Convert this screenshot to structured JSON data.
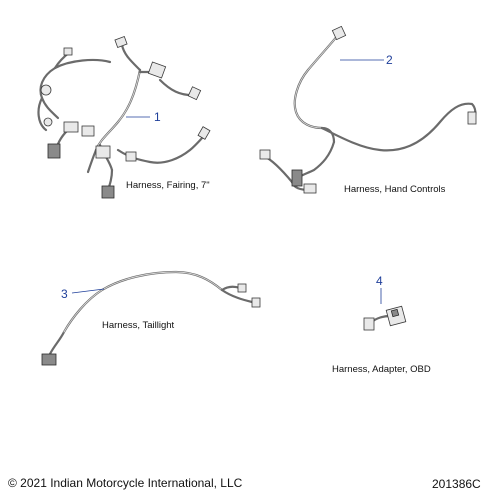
{
  "diagram": {
    "parts": [
      {
        "callout": "1",
        "label": "Harness, Fairing, 7\""
      },
      {
        "callout": "2",
        "label": "Harness, Hand Controls"
      },
      {
        "callout": "3",
        "label": "Harness, Taillight"
      },
      {
        "callout": "4",
        "label": "Harness, Adapter, OBD"
      }
    ]
  },
  "footer": {
    "copyright": "© 2021 Indian Motorcycle International, LLC",
    "drawing_number": "201386C"
  },
  "colors": {
    "callout_blue": "#1f3f9a",
    "wire_gray": "#6b6b6b",
    "text": "#111111"
  }
}
